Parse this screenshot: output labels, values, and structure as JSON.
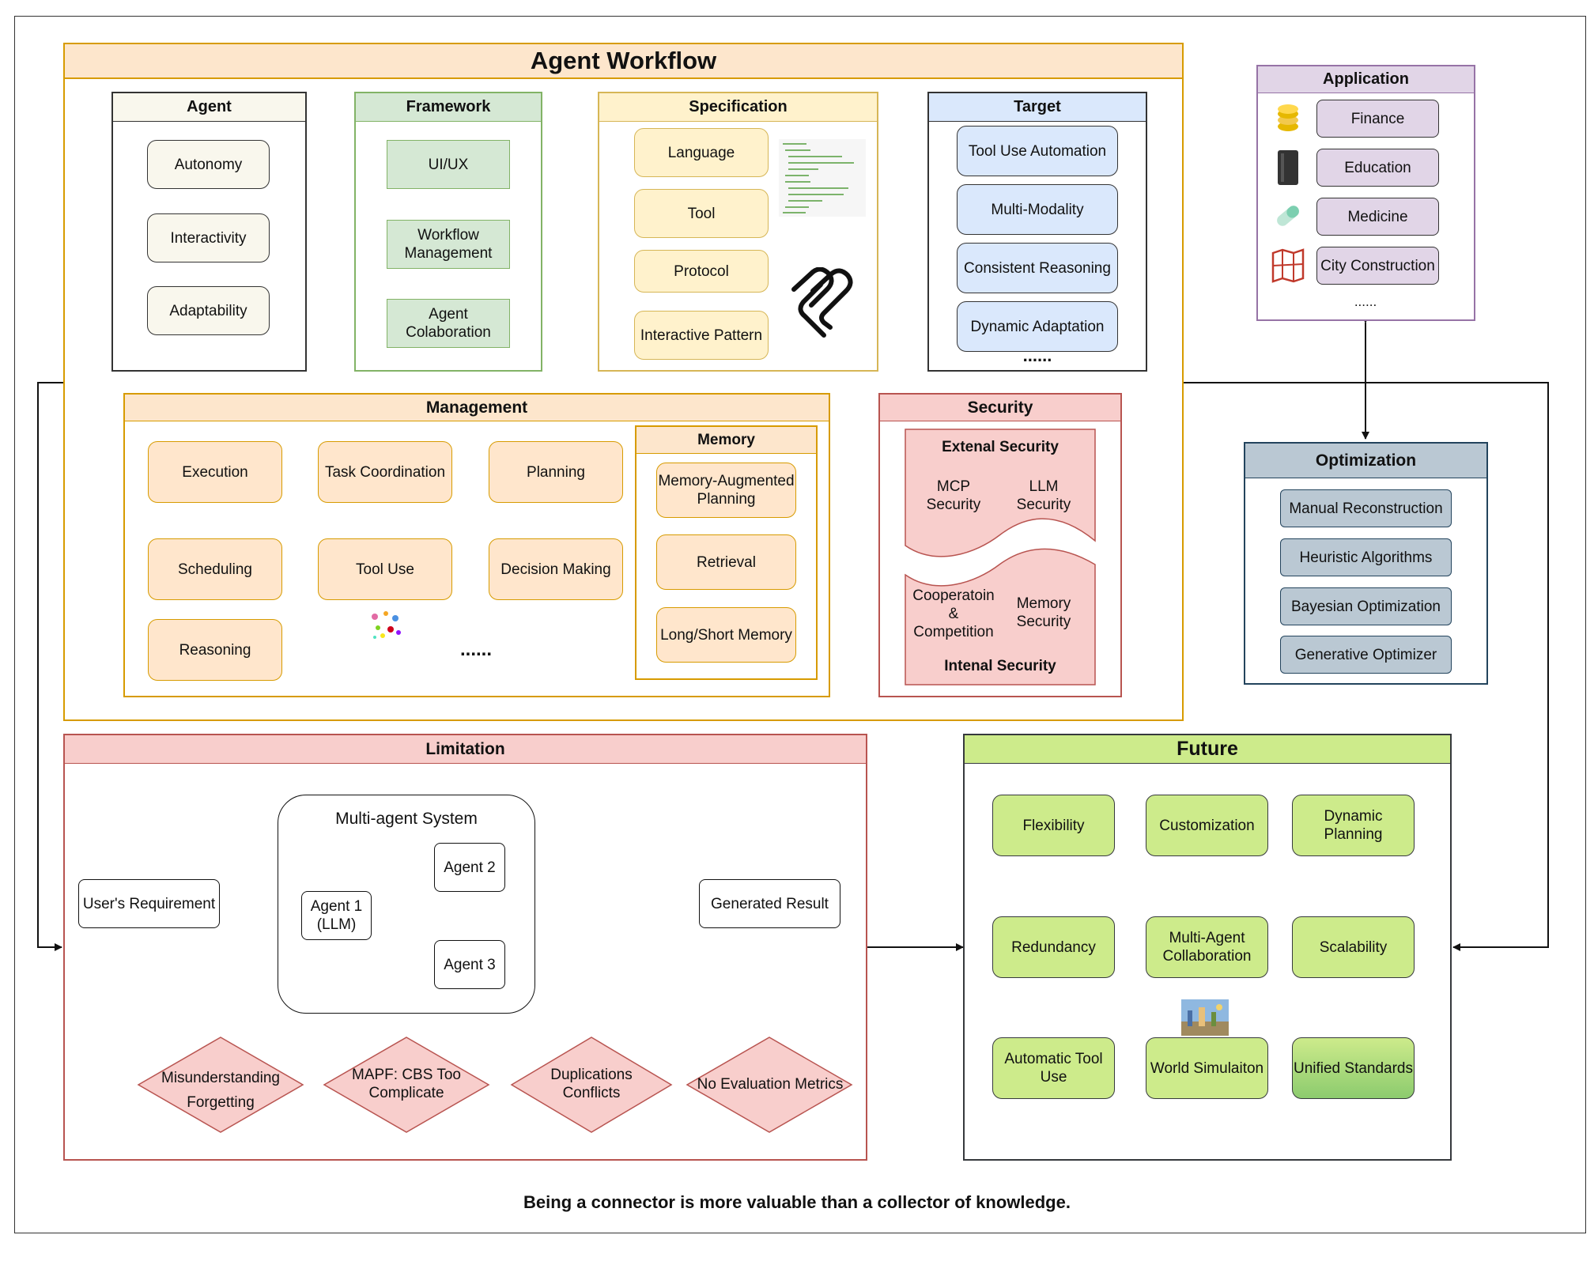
{
  "workflow": {
    "title": "Agent Workflow",
    "agent": {
      "title": "Agent",
      "items": [
        "Autonomy",
        "Interactivity",
        "Adaptability"
      ]
    },
    "framework": {
      "title": "Framework",
      "items": [
        "UI/UX",
        "Workflow Management",
        "Agent Colaboration"
      ]
    },
    "specification": {
      "title": "Specification",
      "items": [
        "Language",
        "Tool",
        "Protocol",
        "Interactive Pattern"
      ]
    },
    "target": {
      "title": "Target",
      "items": [
        "Tool Use Automation",
        "Multi-Modality",
        "Consistent Reasoning",
        "Dynamic Adaptation"
      ],
      "more": "......"
    },
    "management": {
      "title": "Management",
      "items": [
        "Execution",
        "Task Coordination",
        "Planning",
        "Scheduling",
        "Tool Use",
        "Decision Making",
        "Reasoning"
      ],
      "more": "......",
      "memory": {
        "title": "Memory",
        "items": [
          "Memory-Augmented Planning",
          "Retrieval",
          "Long/Short Memory"
        ]
      }
    },
    "security": {
      "title": "Security",
      "external": {
        "title": "Extenal Security",
        "items": [
          "MCP Security",
          "LLM Security"
        ]
      },
      "internal": {
        "title": "Intenal Security",
        "items": [
          "Cooperatoin & Competition",
          "Memory Security"
        ]
      }
    }
  },
  "application": {
    "title": "Application",
    "items": [
      {
        "label": "Finance",
        "icon": "coins-icon"
      },
      {
        "label": "Education",
        "icon": "book-icon"
      },
      {
        "label": "Medicine",
        "icon": "pill-icon"
      },
      {
        "label": "City Construction",
        "icon": "city-map-icon"
      }
    ],
    "more": "......"
  },
  "optimization": {
    "title": "Optimization",
    "items": [
      "Manual Reconstruction",
      "Heuristic Algorithms",
      "Bayesian Optimization",
      "Generative Optimizer"
    ]
  },
  "limitation": {
    "title": "Limitation",
    "system_title": "Multi-agent System",
    "requirement": "User's Requirement",
    "agent1": "Agent 1 (LLM)",
    "agent2": "Agent 2",
    "agent3": "Agent 3",
    "result": "Generated Result",
    "issues": [
      "Misunderstanding Forgetting",
      "MAPF: CBS Too Complicate",
      "Duplications Conflicts",
      "No Evaluation Metrics"
    ]
  },
  "future": {
    "title": "Future",
    "items": [
      "Flexibility",
      "Customization",
      "Dynamic Planning",
      "Redundancy",
      "Multi-Agent Collaboration",
      "Scalability",
      "Automatic Tool Use",
      "World Simulaiton",
      "Unified Standards"
    ]
  },
  "footer": "Being a connector is more valuable than a collector of knowledge.",
  "colors": {
    "orange_fill": "#fde6cc",
    "orange_border": "#d79b00",
    "orange_item": "#ffe6cc",
    "green_fill": "#d5e8d4",
    "green_border": "#82b366",
    "yellow_fill": "#fff2cc",
    "yellow_border": "#d6b656",
    "blue_fill": "#dae8fc",
    "blue_border": "#6c8ebf",
    "red_fill": "#f8cecc",
    "red_border": "#b85450",
    "purple_fill": "#e1d5e7",
    "purple_border": "#9673a6",
    "gray_fill": "#bac8d3",
    "gray_border": "#23445d",
    "lime_fill": "#cdeb8b",
    "lime_border": "#36393d",
    "cream_fill": "#f9f7ed"
  }
}
